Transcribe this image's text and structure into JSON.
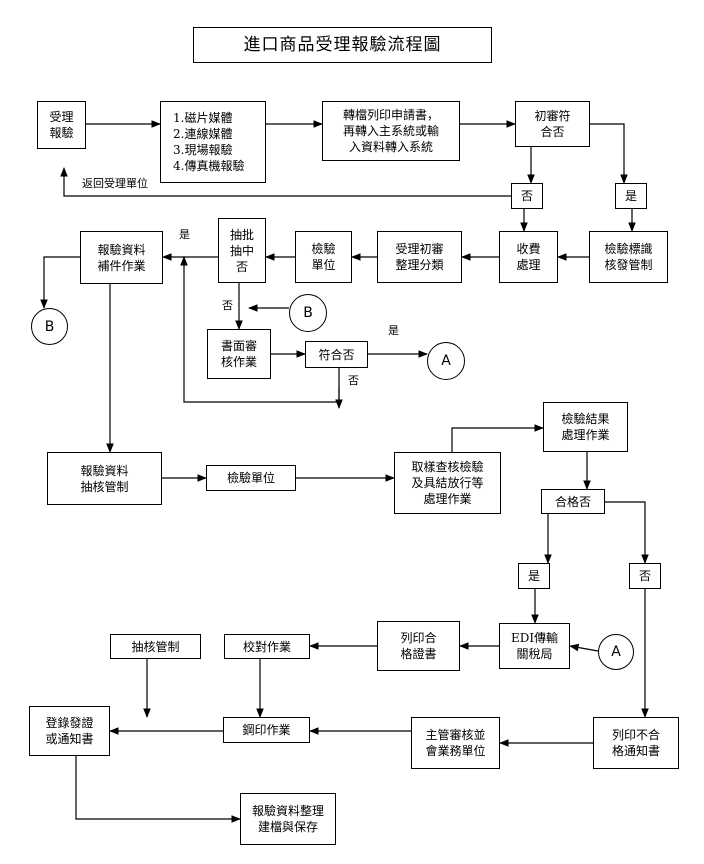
{
  "title": "進口商品受理報驗流程圖",
  "nodes": {
    "accept": "受理\n報驗",
    "channels": "1.磁片媒體\n2.連線媒體\n3.現場報驗\n4.傳真機報驗",
    "transfer": "轉檔列印申請書，\n再轉入主系統或輸\n入資料轉入系統",
    "first_review": "初審符\n合否",
    "no_1": "否",
    "yes_1": "是",
    "fee": "收費\n處理",
    "label_mgmt": "檢驗標識\n核發管制",
    "sort": "受理初審\n整理分類",
    "inspect_unit_1": "檢驗\n單位",
    "sampling": "抽批\n抽中\n否",
    "supplement": "報驗資料\n補件作業",
    "doc_review": "書面審\n核作業",
    "conform": "符合否",
    "audit_ctrl": "報驗資料\n抽核管制",
    "inspect_unit_2": "檢驗單位",
    "sample_check": "取樣查核檢驗\n及具結放行等\n處理作業",
    "result_proc": "檢驗結果\n處理作業",
    "pass": "合格否",
    "yes_2": "是",
    "no_2": "否",
    "print_cert": "列印合\n格證書",
    "edi": "EDI傳輸\n關稅局",
    "proofread": "校對作業",
    "audit_ctrl_2": "抽核管制",
    "register": "登錄發證\n或通知書",
    "stamp": "鋼印作業",
    "supervisor": "主管審核並\n會業務單位",
    "print_fail": "列印不合\n格通知書",
    "archive": "報驗資料整理\n建檔與保存"
  },
  "connectors": {
    "a1": "A",
    "a2": "A",
    "b1": "B",
    "b2": "B"
  },
  "edge_labels": {
    "return": "返回受理單位",
    "yes_sampling": "是",
    "no_sampling": "否",
    "yes_conform": "是",
    "no_conform": "否"
  }
}
